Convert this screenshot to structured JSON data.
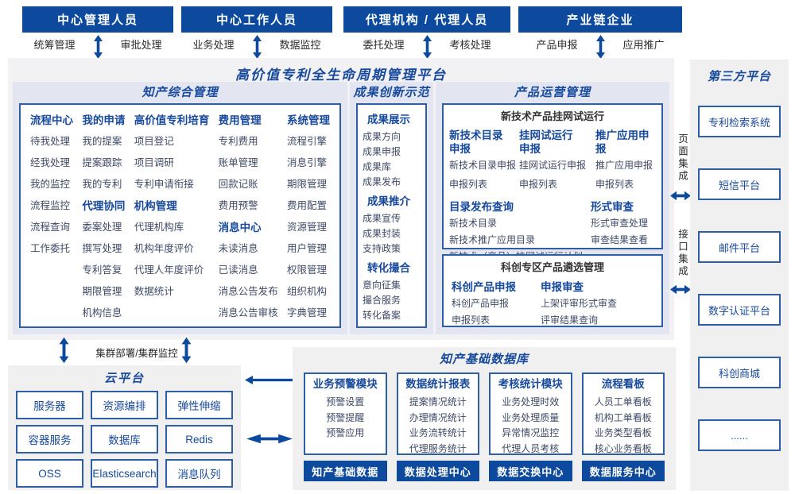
{
  "colors": {
    "primary": "#0d4a9d",
    "title-blue": "#17499c",
    "item-text": "#3e4a66",
    "section-bg": "#e3e6f1",
    "panel-bg": "#f2f2f4",
    "gray-bg": "#f0f0f1",
    "box-border": "#2f5ea8",
    "label-dark": "#2b2b2b",
    "inner-title": "#333333"
  },
  "top_roles": [
    {
      "title": "中心管理人员",
      "left_label": "统筹管理",
      "right_label": "审批处理"
    },
    {
      "title": "中心工作人员",
      "left_label": "业务处理",
      "right_label": "数据监控"
    },
    {
      "title": "代理机构 / 代理人员",
      "left_label": "委托处理",
      "right_label": "考核处理"
    },
    {
      "title": "产业链企业",
      "left_label": "产品申报",
      "right_label": "应用推广"
    }
  ],
  "platform": {
    "title": "高价值专利全生命周期管理平台"
  },
  "ip_management": {
    "title": "知产综合管理",
    "columns": [
      {
        "groups": [
          {
            "header": "流程中心",
            "items": [
              "待我处理",
              "经我处理",
              "我的监控",
              "流程监控",
              "流程查询",
              "工作委托"
            ]
          }
        ]
      },
      {
        "groups": [
          {
            "header": "我的申请",
            "items": [
              "我的提案",
              "提案跟踪",
              "我的专利"
            ]
          },
          {
            "header": "代理协同",
            "items": [
              "委案处理",
              "撰写处理",
              "专利答复",
              "期限管理",
              "机构信息"
            ]
          }
        ]
      },
      {
        "groups": [
          {
            "header": "高价值专利培育",
            "items": [
              "项目登记",
              "项目调研",
              "专利申请衔接"
            ]
          },
          {
            "header": "机构管理",
            "items": [
              "代理机构库",
              "机构年度评价",
              "代理人年度评价",
              "数据统计"
            ]
          }
        ]
      },
      {
        "groups": [
          {
            "header": "费用管理",
            "items": [
              "专利费用",
              "账单管理",
              "回款记账",
              "费用预警"
            ]
          },
          {
            "header": "消息中心",
            "items": [
              "未读消息",
              "已读消息",
              "消息公告发布",
              "消息公告审核"
            ]
          }
        ]
      },
      {
        "groups": [
          {
            "header": "系统管理",
            "items": [
              "流程引擎",
              "消息引擎",
              "期限管理",
              "费用配置",
              "资源管理",
              "用户管理",
              "权限管理",
              "组织机构",
              "字典管理"
            ]
          }
        ]
      }
    ]
  },
  "achievement": {
    "title": "成果创新示范",
    "groups": [
      {
        "header": "成果展示",
        "items": [
          "成果方向",
          "成果申报",
          "成果库",
          "成果发布"
        ]
      },
      {
        "header": "成果推介",
        "items": [
          "成果宣传",
          "成果封装",
          "支持政策"
        ]
      },
      {
        "header": "转化撮合",
        "items": [
          "意向征集",
          "撮合服务",
          "转化备案"
        ]
      }
    ]
  },
  "product_ops": {
    "title": "产品运营管理",
    "trial_box": {
      "title": "新技术产品挂网试运行",
      "row1": [
        {
          "header": "新技术目录\n申报",
          "items": [
            "新技术目录申报",
            "申报列表"
          ]
        },
        {
          "header": "挂网试运行\n申报",
          "items": [
            "挂网试运行申报",
            "申报列表"
          ]
        },
        {
          "header": "推广应用申报",
          "items": [
            "推广应用申报",
            "申报列表"
          ]
        }
      ],
      "row2": [
        {
          "header": "目录发布查询",
          "items": [
            "新技术目录",
            "新技术推广应用目录",
            "新技术（产品）挂网试运行计划"
          ]
        },
        {
          "header": "形式审查",
          "items": [
            "形式审查处理",
            "审查结果查看"
          ]
        }
      ]
    },
    "selection_box": {
      "title": "科创专区产品遴选管理",
      "columns": [
        {
          "header": "科创产品申报",
          "items": [
            "科创产品申报",
            "申报列表"
          ]
        },
        {
          "header": "申报审查",
          "items": [
            "上架评审形式审查",
            "评审结果查询"
          ]
        }
      ]
    }
  },
  "third_party": {
    "title": "第三方平台",
    "items": [
      "专利检索系统",
      "短信平台",
      "邮件平台",
      "数字认证平台",
      "科创商城",
      "......"
    ]
  },
  "integration": {
    "page_label": "页面集成",
    "api_label": "接口集成"
  },
  "cloud": {
    "title": "云平台",
    "bridge_label": "集群部署/集群监控",
    "items": [
      "服务器",
      "资源编排",
      "弹性伸缩",
      "容器服务",
      "数据库",
      "Redis",
      "OSS",
      "Elasticsearch",
      "消息队列"
    ]
  },
  "database": {
    "title": "知产基础数据库",
    "modules": [
      {
        "header": "业务预警模块",
        "items": [
          "预警设置",
          "预警提醒",
          "预警应用"
        ],
        "footer": "知产基础数据"
      },
      {
        "header": "数据统计报表",
        "items": [
          "提案情况统计",
          "办理情况统计",
          "业务流转统计",
          "代理服务统计"
        ],
        "footer": "数据处理中心"
      },
      {
        "header": "考核统计模块",
        "items": [
          "业务处理时效",
          "业务处理质量",
          "异常情况监控",
          "代理人员考核"
        ],
        "footer": "数据交换中心"
      },
      {
        "header": "流程看板",
        "items": [
          "人员工单看板",
          "机构工单看板",
          "业务类型看板",
          "核心业务看板"
        ],
        "footer": "数据服务中心"
      }
    ]
  }
}
